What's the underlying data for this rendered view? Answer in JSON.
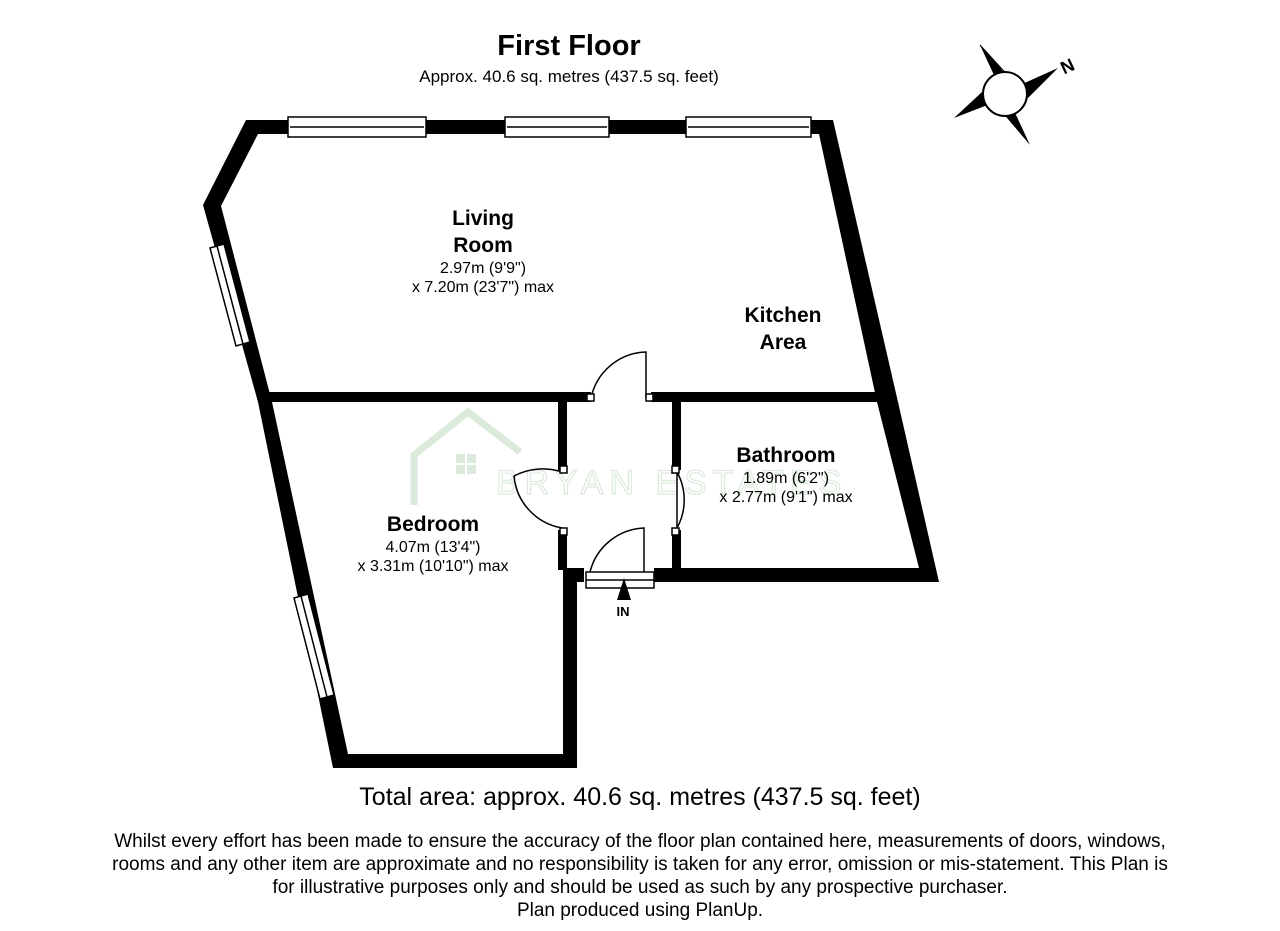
{
  "header": {
    "title": "First Floor",
    "subtitle": "Approx.  40.6 sq. metres (437.5 sq. feet)"
  },
  "compass": {
    "north_label": "N",
    "icon": "compass-rose-icon"
  },
  "rooms": {
    "living": {
      "name_line1": "Living",
      "name_line2": "Room",
      "dim1": "2.97m (9'9\")",
      "dim2": "x 7.20m (23'7\") max"
    },
    "kitchen": {
      "name_line1": "Kitchen",
      "name_line2": "Area"
    },
    "bathroom": {
      "name": "Bathroom",
      "dim1": "1.89m (6'2\")",
      "dim2": "x 2.77m (9'1\") max"
    },
    "bedroom": {
      "name": "Bedroom",
      "dim1": "4.07m (13'4\")",
      "dim2": "x 3.31m (10'10\") max"
    }
  },
  "entrance": {
    "label": "IN"
  },
  "watermark": {
    "text": "BRYAN ESTATES"
  },
  "footer": {
    "total": "Total area: approx.  40.6 sq. metres (437.5 sq. feet)",
    "disclaimer_line1": "Whilst every effort has been made to ensure the accuracy of the floor plan contained here, measurements of doors, windows,",
    "disclaimer_line2": "rooms and any other item are approximate and no responsibility is taken for any error, omission or mis-statement.  This Plan is",
    "disclaimer_line3": "for illustrative purposes only and should be used as such by any prospective purchaser.",
    "disclaimer_line4": "Plan produced using PlanUp."
  },
  "colors": {
    "wall": "#000000",
    "window_fill": "#ffffff",
    "watermark": "#9bc59b"
  }
}
